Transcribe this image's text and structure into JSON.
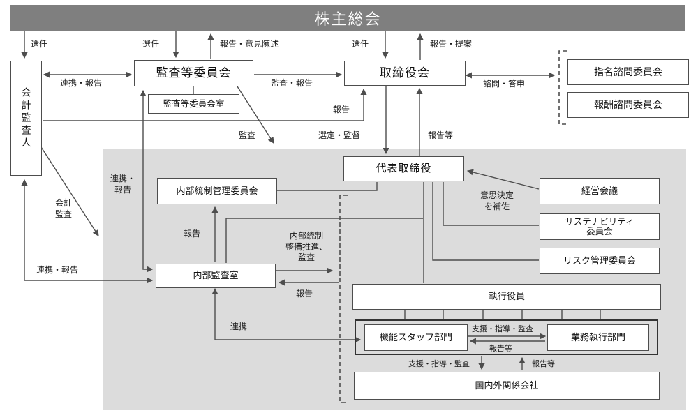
{
  "banner": {
    "label": "株主総会"
  },
  "boxes": {
    "accounting_auditor": "会計監査人",
    "audit_committee": "監査等委員会",
    "audit_committee_office": "監査等委員会室",
    "board_of_directors": "取締役会",
    "nomination_advisory": "指名諮問委員会",
    "compensation_advisory": "報酬諮問委員会",
    "representative_director": "代表取締役",
    "internal_control_committee": "内部統制管理委員会",
    "internal_audit_office": "内部監査室",
    "management_meeting": "経営会議",
    "sustainability_committee": "サステナビリティ\n委員会",
    "risk_committee": "リスク管理委員会",
    "executive_officers": "執行役員",
    "functional_staff": "機能スタッフ部門",
    "business_execution": "業務執行部門",
    "affiliates": "国内外関係会社"
  },
  "labels": {
    "appoint_auditor": "選任",
    "appoint_committee": "選任",
    "report_opinion": "報告・意見陳述",
    "appoint_board": "選任",
    "report_proposal": "報告・提案",
    "cooperation_report_top": "連携・報告",
    "audit_report": "監査・報告",
    "consult_reply": "諮問・答申",
    "report_to_board": "報告",
    "audit_diagonal": "監査",
    "select_supervise": "選定・監督",
    "reports_etc_to_board": "報告等",
    "cooperation_report_mid": "連携・\n報告",
    "accounting_audit": "会計\n監査",
    "cooperation_report_left": "連携・報告",
    "report_internal_control": "報告",
    "internal_control_promotion": "内部統制\n整備推進、\n監査",
    "report_back": "報告",
    "assist_decision": "意思決定\nを補佐",
    "cooperation": "連携",
    "support_guide_audit_inner": "支援・指導・監査",
    "reports_etc_inner": "報告等",
    "support_guide_audit_lower": "支援・指導・監査",
    "reports_etc_lower": "報告等"
  },
  "colors": {
    "banner_bg": "#7f7f7f",
    "panel_bg": "#dcdcdc",
    "line": "#4d4d4d",
    "box_border": "#4d4d4d",
    "frame_border": "#333333"
  }
}
